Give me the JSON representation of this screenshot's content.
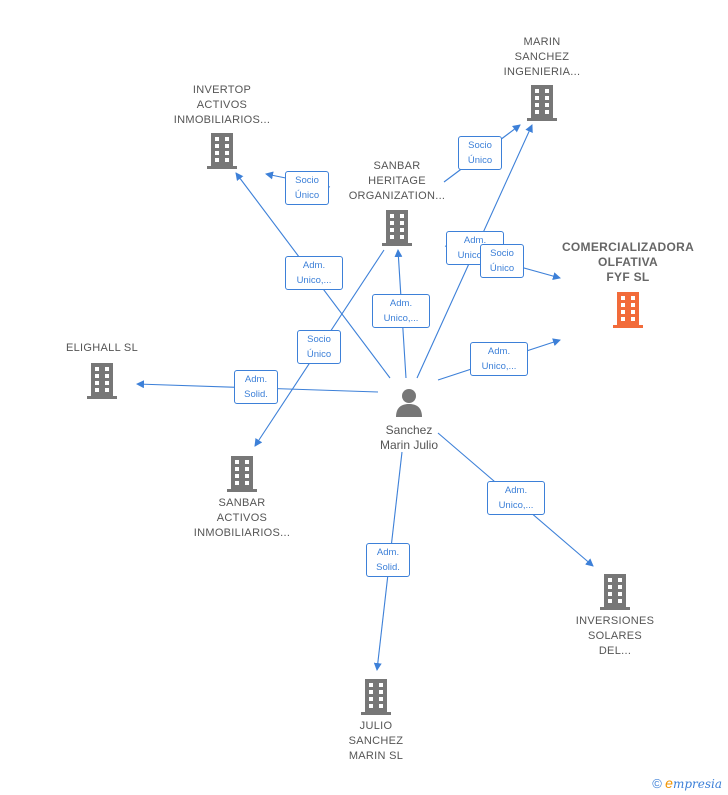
{
  "center": {
    "label": "Sanchez\nMarin Julio",
    "icon": "person-icon"
  },
  "nodes": {
    "invertop": {
      "label": "INVERTOP\nACTIVOS\nINMOBILIARIOS...",
      "icon": "building-icon"
    },
    "sanbar_heritage": {
      "label": "SANBAR\nHERITAGE\nORGANIZATION...",
      "icon": "building-icon"
    },
    "marin_sanchez": {
      "label": "MARIN\nSANCHEZ\nINGENIERIA...",
      "icon": "building-icon"
    },
    "comercializadora": {
      "label": "COMERCIALIZADORA\nOLFATIVA\nFYF  SL",
      "icon": "building-icon",
      "color": "#f26b3a"
    },
    "elighall": {
      "label": "ELIGHALL  SL",
      "icon": "building-icon"
    },
    "sanbar_activos": {
      "label": "SANBAR\nACTIVOS\nINMOBILIARIOS...",
      "icon": "building-icon"
    },
    "inversiones": {
      "label": "INVERSIONES\nSOLARES\nDEL...",
      "icon": "building-icon"
    },
    "julio": {
      "label": "JULIO\nSANCHEZ\nMARIN  SL",
      "icon": "building-icon"
    }
  },
  "edge_labels": {
    "socio_invertop": "Socio\nÚnico",
    "adm_invertop": "Adm.\nUnico,...",
    "socio_marin": "Socio\nÚnico",
    "adm_marin": "Adm.\nUnico,...",
    "socio_comercializadora": "Socio\nÚnico",
    "adm_sanbar_heritage": "Adm.\nUnico,...",
    "socio_sanbar_activos": "Socio\nÚnico",
    "adm_elighall": "Adm.\nSolid.",
    "adm_comercializadora": "Adm.\nUnico,...",
    "adm_inversiones": "Adm.\nUnico,...",
    "adm_julio": "Adm.\nSolid."
  },
  "colors": {
    "edge": "#3d80d8",
    "building": "#777777",
    "focus": "#f26b3a"
  },
  "brand": {
    "copyright": "©",
    "e": "e",
    "name": "mpresia"
  }
}
